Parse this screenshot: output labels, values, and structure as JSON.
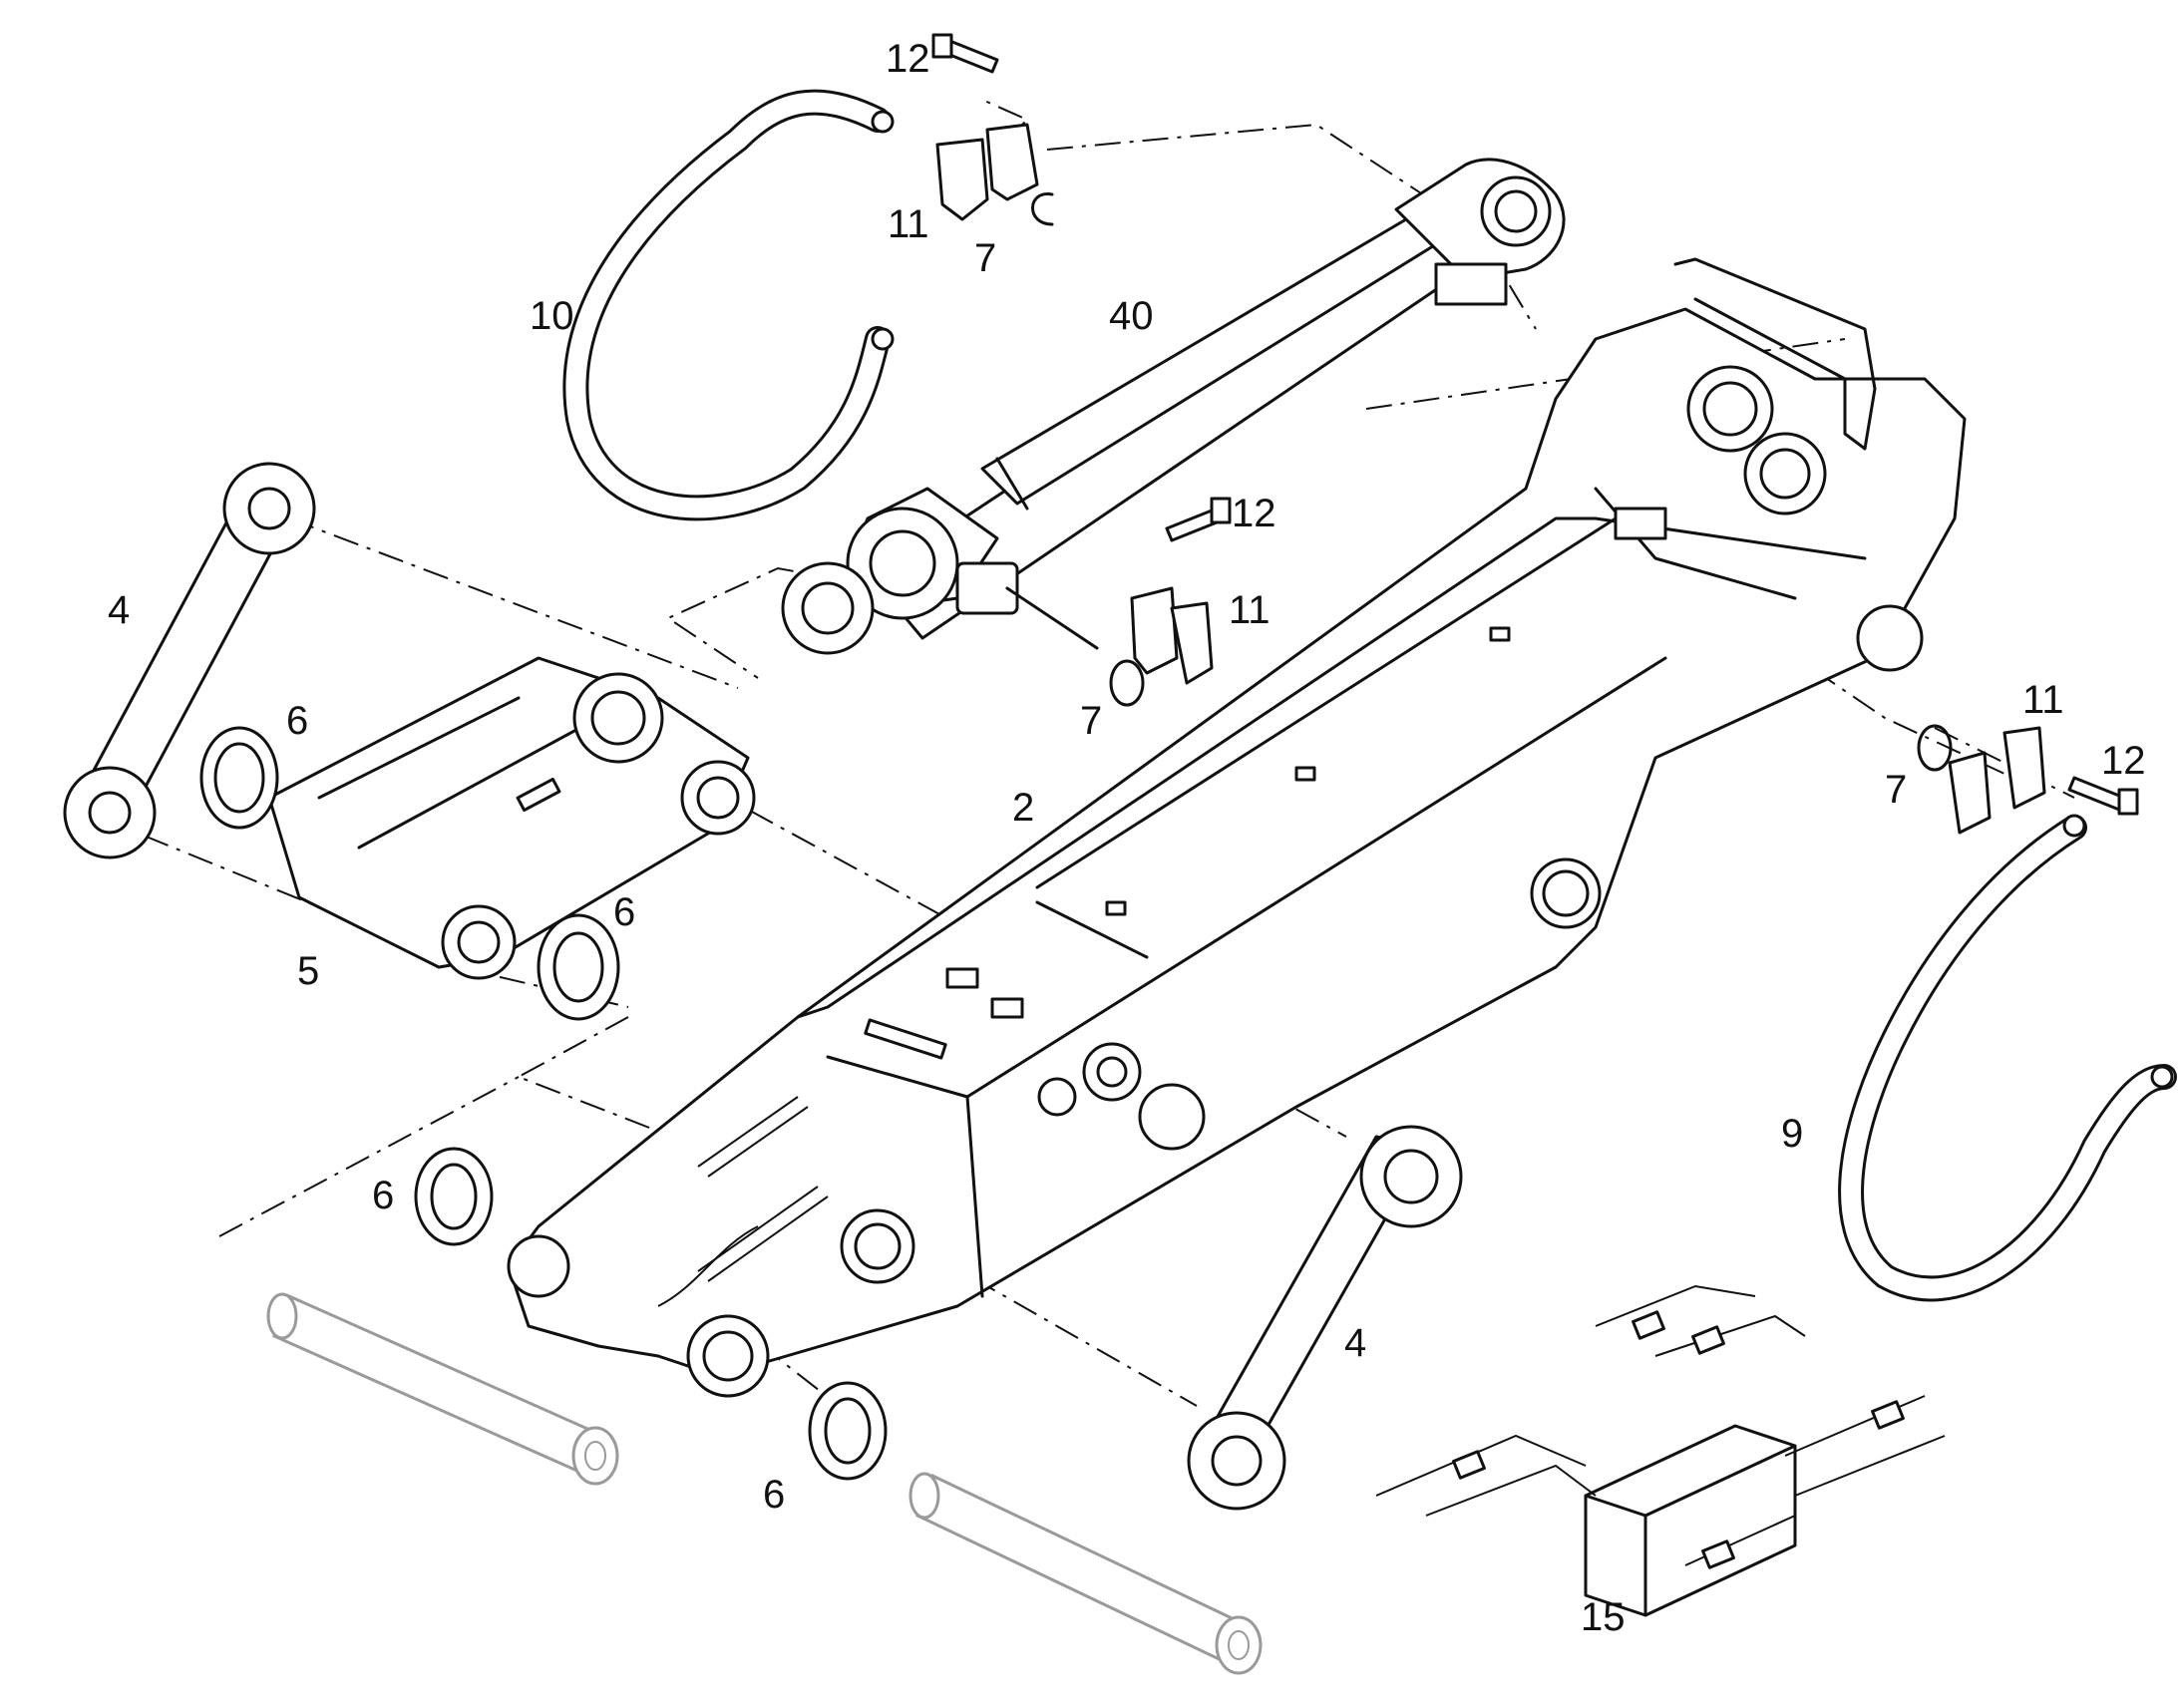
{
  "diagram": {
    "type": "exploded parts drawing",
    "callouts": [
      "12",
      "11",
      "7",
      "10",
      "40",
      "12",
      "11",
      "7",
      "4",
      "6",
      "2",
      "11",
      "7",
      "12",
      "6",
      "5",
      "9",
      "6",
      "4",
      "6",
      "15"
    ]
  }
}
